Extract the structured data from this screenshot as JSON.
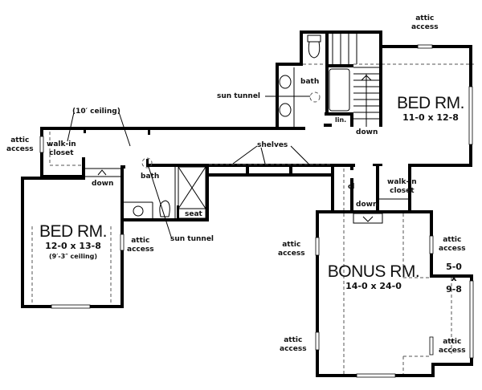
{
  "plan": {
    "rooms": [
      {
        "name": "BED RM.",
        "dimensions": "11-0 x 12-8"
      },
      {
        "name": "BED RM.",
        "dimensions": "12-0 x 13-8",
        "ceiling": "(9′-3″ ceiling)"
      },
      {
        "name": "BONUS RM.",
        "dimensions": "14-0 x 24-0",
        "alcove_dims": [
          "5-0",
          "x",
          "9-8"
        ]
      }
    ],
    "labels": {
      "attic_access": "attic access",
      "attic": "attic",
      "access": "access",
      "walk_in": "walk-in",
      "closet": "closet",
      "bath": "bath",
      "sun_tunnel": "sun tunnel",
      "down": "down",
      "shelves": "shelves",
      "ceiling_10": "(10′ ceiling)",
      "seat": "seat",
      "lin": "lin.",
      "cl": "cl"
    }
  }
}
